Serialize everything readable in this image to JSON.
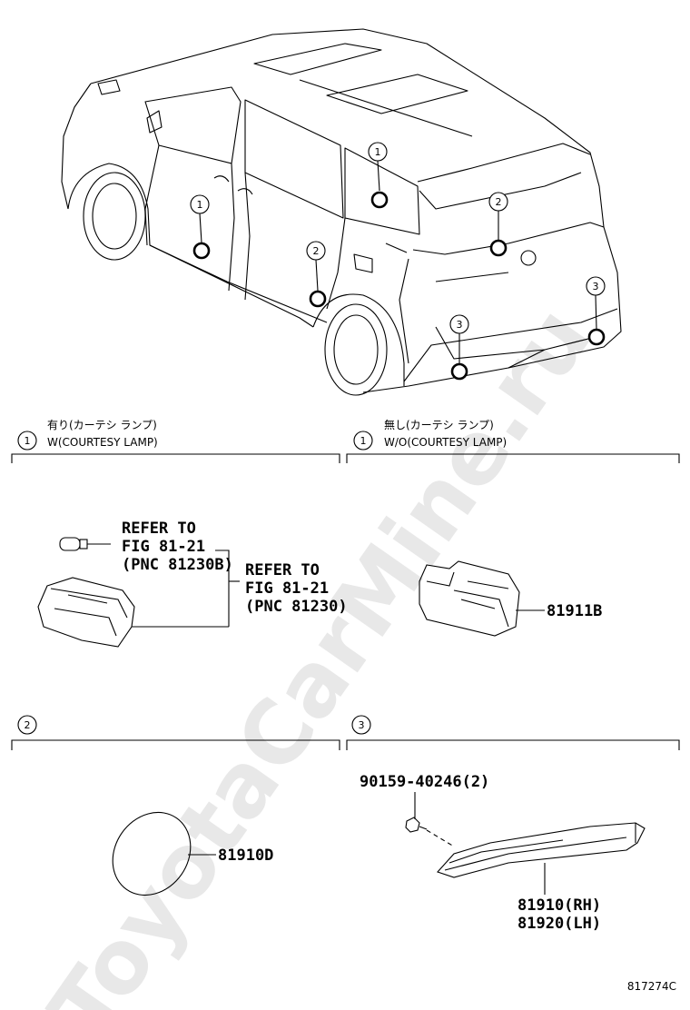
{
  "watermark": "ToyotaCarMine.ru",
  "figure_code": "817274C",
  "callouts": [
    "1",
    "2",
    "3"
  ],
  "sections": {
    "s1_left": {
      "num": "1",
      "cond_jp": "有り(カーテシ ランプ)",
      "cond_en": "W(COURTESY LAMP)",
      "refer_a": [
        "REFER TO",
        "FIG 81-21",
        "(PNC 81230B)"
      ],
      "refer_b": [
        "REFER TO",
        "FIG 81-21",
        "(PNC 81230)"
      ]
    },
    "s1_right": {
      "num": "1",
      "cond_jp": "無し(カーテシ ランプ)",
      "cond_en": "W/O(COURTESY LAMP)",
      "part": "81911B"
    },
    "s2": {
      "num": "2",
      "part": "81910D"
    },
    "s3": {
      "num": "3",
      "bolt": "90159-40246(2)",
      "part_rh": "81910(RH)",
      "part_lh": "81920(LH)"
    }
  },
  "colors": {
    "line": "#000000",
    "watermark": "#e6e6e6"
  }
}
